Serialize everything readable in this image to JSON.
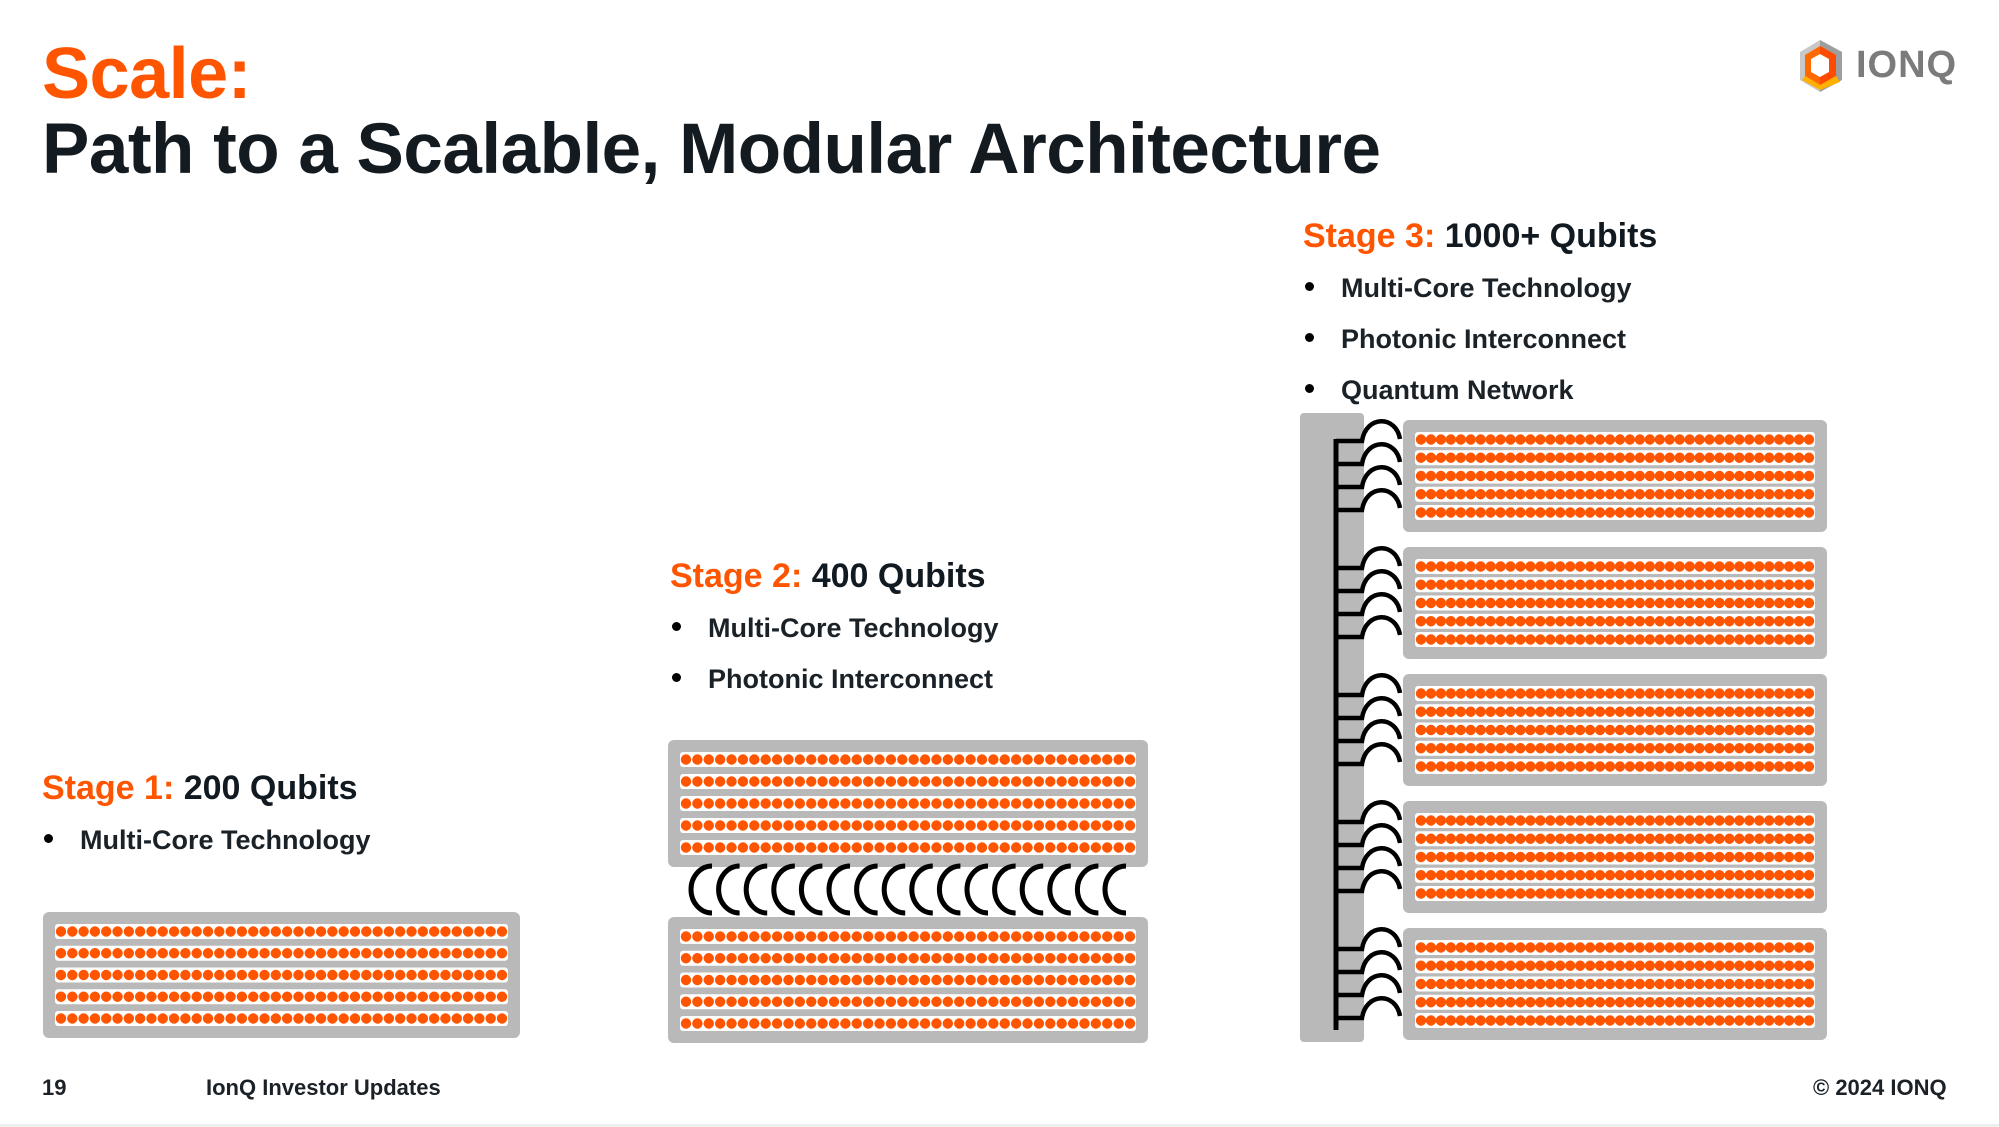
{
  "header": {
    "title_accent": "Scale:",
    "title_main": "Path to a Scalable, Modular Architecture"
  },
  "logo": {
    "icon": "ionq-hexagon-logo-icon",
    "text": "IONQ"
  },
  "colors": {
    "accent": "#ff5500",
    "text": "#131b21",
    "chip_gray": "#b9b9b9",
    "qubit_orange": "#ff5500",
    "interconnect": "#000000"
  },
  "stages": [
    {
      "label": "Stage 1:",
      "count": "200 Qubits",
      "features": [
        "Multi-Core Technology"
      ],
      "chips": 1,
      "rows_per_chip": 5,
      "qubits_per_row": 40
    },
    {
      "label": "Stage 2:",
      "count": "400 Qubits",
      "features": [
        "Multi-Core Technology",
        "Photonic Interconnect"
      ],
      "chips": 2,
      "rows_per_chip": 5,
      "qubits_per_row": 40,
      "interconnect_links": 16
    },
    {
      "label": "Stage 3:",
      "count": "1000+ Qubits",
      "features": [
        "Multi-Core Technology",
        "Photonic Interconnect",
        "Quantum Network"
      ],
      "chips": 5,
      "rows_per_chip": 5,
      "qubits_per_row": 40,
      "network_links_per_chip": 4
    }
  ],
  "footer": {
    "page_number": "19",
    "deck_title": "IonQ Investor Updates",
    "copyright": "© 2024 IONQ"
  }
}
